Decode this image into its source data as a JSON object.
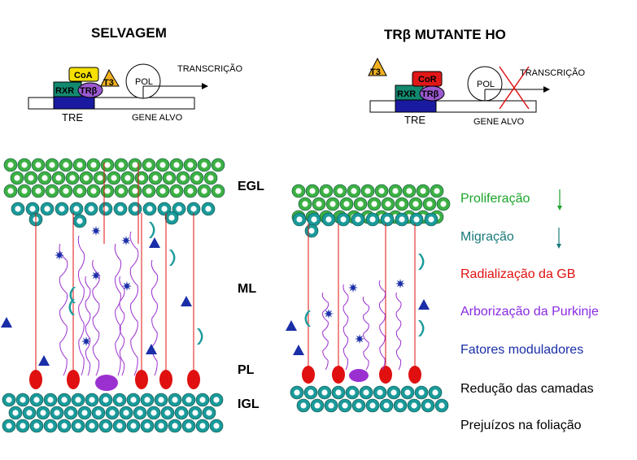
{
  "titles": {
    "left": "SELVAGEM",
    "right": "TRβ MUTANTE HO"
  },
  "left_schematic": {
    "coa": "CoA",
    "t3": "T3",
    "rxr": "RXR",
    "tr": "TRβ",
    "pol": "POL",
    "transcription": "TRANSCRIÇÃO",
    "tre": "TRE",
    "gene": "GENE ALVO"
  },
  "right_schematic": {
    "cor": "CoR",
    "t3": "T3",
    "rxr": "RXR",
    "tr": "TRβ",
    "pol": "POL",
    "transcription": "TRANSCRIÇÃO",
    "tre": "TRE",
    "gene": "GENE ALVO"
  },
  "layers": {
    "egl": "EGL",
    "ml": "ML",
    "pl": "PL",
    "igl": "IGL"
  },
  "legend": [
    {
      "text": "Proliferação",
      "color": "#1aa52a",
      "arrow": "down"
    },
    {
      "text": "Migração",
      "color": "#1a7a7a",
      "arrow": "down"
    },
    {
      "text": "Radialização da GB",
      "color": "#e01010",
      "arrow": ""
    },
    {
      "text": "Arborização da Purkinje",
      "color": "#8a2be2",
      "arrow": ""
    },
    {
      "text": "Fatores moduladores",
      "color": "#1a2ea8",
      "arrow": ""
    },
    {
      "text": "Redução das camadas",
      "color": "#000000",
      "arrow": ""
    },
    {
      "text": "Prejuízos na foliação",
      "color": "#000000",
      "arrow": ""
    }
  ],
  "colors": {
    "green_cell": "#3cb043",
    "teal_cell": "#1a9a9a",
    "radial": "#e01010",
    "purkinje": "#9b30d0",
    "factor": "#1a2ea8"
  }
}
